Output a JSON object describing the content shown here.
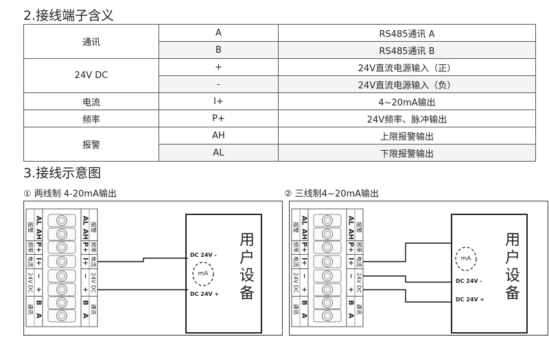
{
  "section2": {
    "title": "2.接线端子含义"
  },
  "table": {
    "groups": [
      {
        "name": "通讯",
        "rows": [
          {
            "terminal": "A",
            "desc": "RS485通讯 A"
          },
          {
            "terminal": "B",
            "desc": "RS485通讯 B"
          }
        ]
      },
      {
        "name": "24V DC",
        "rows": [
          {
            "terminal": "+",
            "desc": "24V直流电源输入（正）"
          },
          {
            "terminal": "-",
            "desc": "24V直流电源输入（负）"
          }
        ]
      },
      {
        "name": "电流",
        "rows": [
          {
            "terminal": "I+",
            "desc": "4~20mA输出"
          }
        ]
      },
      {
        "name": "频率",
        "rows": [
          {
            "terminal": "P+",
            "desc": "24V频率、脉冲输出"
          }
        ]
      },
      {
        "name": "报警",
        "rows": [
          {
            "terminal": "AH",
            "desc": "上限报警输出"
          },
          {
            "terminal": "AL",
            "desc": "下限报警输出"
          }
        ]
      }
    ]
  },
  "section3": {
    "title": "3.接线示意图"
  },
  "diagram1": {
    "caption": "① 两线制 4-20mA输出",
    "terminals": [
      "AL",
      "AH",
      "P+",
      "I+",
      "−",
      "+",
      "B",
      "A"
    ],
    "group_labels": [
      "报警",
      "频率",
      "电流",
      "24V DC",
      "通讯"
    ],
    "device_label": "用户设备",
    "meter_label": "mA",
    "dc_neg": "DC 24V -",
    "dc_pos": "DC 24V +"
  },
  "diagram2": {
    "caption": "② 三线制4~20mA输出",
    "terminals": [
      "AL",
      "AH",
      "P+",
      "I+",
      "−",
      "+",
      "B",
      "A"
    ],
    "group_labels": [
      "报警",
      "频率",
      "电流",
      "24V DC",
      "通讯"
    ],
    "device_label": "用户设备",
    "meter_label": "mA",
    "dc_neg": "DC 24V -",
    "dc_pos": "DC 24V +"
  }
}
